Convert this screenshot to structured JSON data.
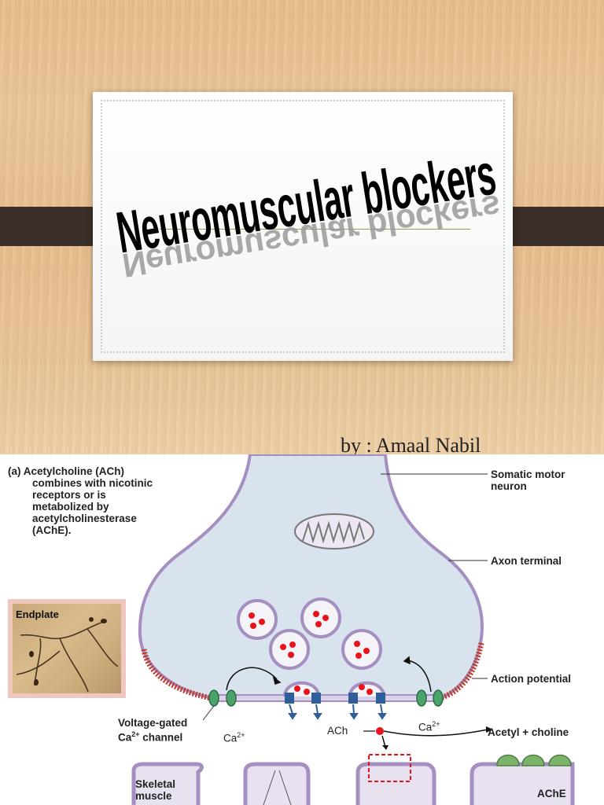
{
  "slide1": {
    "title": "Neuromuscular blockers",
    "byline": "by : Amaal Nabil"
  },
  "slide2": {
    "caption": {
      "part_letter": "(a)",
      "lines": [
        "Acetylcholine (ACh)",
        "combines with nicotinic",
        "receptors or is",
        "metabolized by",
        "acetylcholinesterase",
        "(AChE)."
      ]
    },
    "labels": {
      "somatic_motor_neuron_1": "Somatic motor",
      "somatic_motor_neuron_2": "neuron",
      "axon_terminal": "Axon terminal",
      "action_potential": "Action potential",
      "endplate": "Endplate",
      "voltage_gated_1": "Voltage-gated",
      "voltage_gated_2_prefix": "Ca",
      "voltage_gated_2_sup": "2+",
      "voltage_gated_2_suffix": " channel",
      "ca_left_base": "Ca",
      "ca_left_sup": "2+",
      "ca_right_base": "Ca",
      "ca_right_sup": "2+",
      "ach": "ACh",
      "acetyl_choline": "Acetyl + choline",
      "ache": "AChE",
      "skeletal_muscle_1": "Skeletal",
      "skeletal_muscle_2": "muscle"
    }
  },
  "colors": {
    "neuron_fill": "#d9e3ee",
    "membrane": "#a48fc0",
    "action_potential": "#c0392b",
    "receptor": "#2f5f9a",
    "channel": "#4aa36a",
    "ach_dot": "#e8141b",
    "ache": "#7cb36a"
  }
}
